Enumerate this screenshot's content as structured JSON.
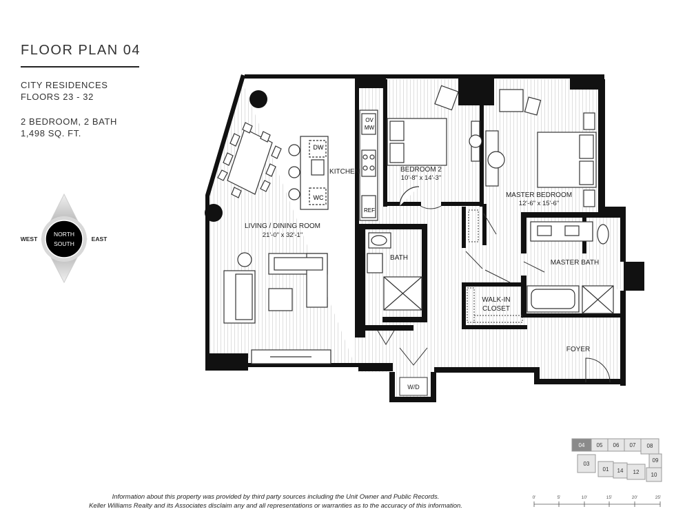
{
  "header": {
    "title": "FLOOR PLAN 04",
    "building": "CITY RESIDENCES",
    "floors": "FLOORS 23 - 32",
    "bedrooms_baths": "2 BEDROOM, 2 BATH",
    "area": "1,498  SQ. FT."
  },
  "compass": {
    "north": "NORTH",
    "south": "SOUTH",
    "west": "WEST",
    "east": "EAST"
  },
  "rooms": {
    "living": {
      "name": "LIVING / DINING ROOM",
      "dims": "21'-0\" x 32'-1\""
    },
    "kitchen": "KITCHEN",
    "bedroom2": {
      "name": "BEDROOM 2",
      "dims": "10'-8\" x 14'-3\""
    },
    "master_bedroom": {
      "name": "MASTER BEDROOM",
      "dims": "12'-6\" x 15'-6\""
    },
    "bath": "BATH",
    "master_bath": "MASTER BATH",
    "walk_in_closet_1": "WALK-IN",
    "walk_in_closet_2": "CLOSET",
    "foyer": "FOYER"
  },
  "appliances": {
    "ov": "OV",
    "mw": "MW",
    "dw": "DW",
    "wc": "WC",
    "ref": "REF",
    "wd": "W/D"
  },
  "keyplan": {
    "units": [
      "04",
      "05",
      "06",
      "07",
      "08",
      "09",
      "03",
      "01",
      "14",
      "12",
      "10"
    ],
    "highlighted": "04"
  },
  "scale": {
    "ticks": [
      "0'",
      "5'",
      "10'",
      "15'",
      "20'",
      "25'"
    ]
  },
  "disclaimer": {
    "line1": "Information about this property was provided by third party sources including the Unit Owner and Public Records.",
    "line2": "Keller Williams Realty and its Associates disclaim any and all representations or warranties as to the accuracy of this information."
  },
  "colors": {
    "wall": "#111111",
    "floor_line": "#dddddd",
    "key_highlight": "#8a8a8a",
    "key_fill": "#e6e6e6",
    "compass_dark": "#000000"
  }
}
